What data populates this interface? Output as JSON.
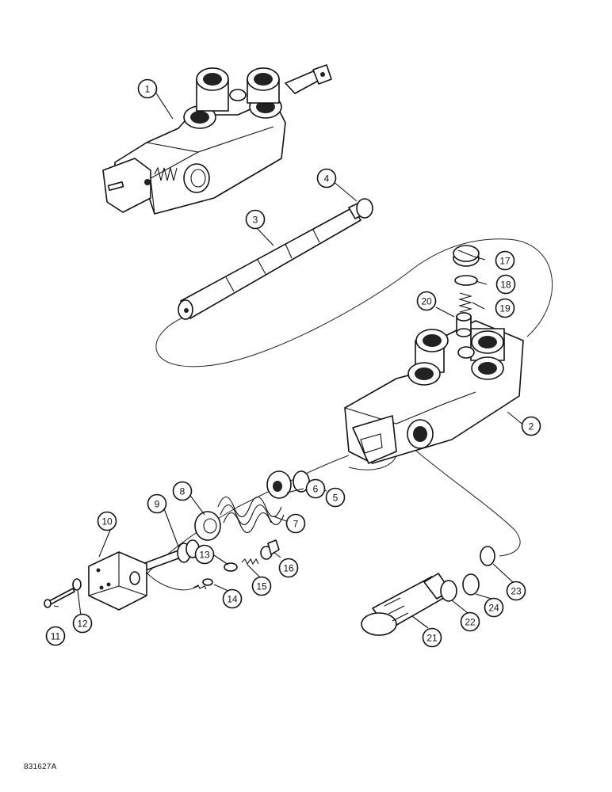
{
  "drawing_number": "831627A",
  "callouts": [
    {
      "label": "1"
    },
    {
      "label": "2"
    },
    {
      "label": "3"
    },
    {
      "label": "4"
    },
    {
      "label": "5"
    },
    {
      "label": "6"
    },
    {
      "label": "7"
    },
    {
      "label": "8"
    },
    {
      "label": "9"
    },
    {
      "label": "10"
    },
    {
      "label": "11"
    },
    {
      "label": "12"
    },
    {
      "label": "13"
    },
    {
      "label": "14"
    },
    {
      "label": "15"
    },
    {
      "label": "16"
    },
    {
      "label": "17"
    },
    {
      "label": "18"
    },
    {
      "label": "19"
    },
    {
      "label": "20"
    },
    {
      "label": "21"
    },
    {
      "label": "22"
    },
    {
      "label": "23"
    },
    {
      "label": "24"
    }
  ]
}
